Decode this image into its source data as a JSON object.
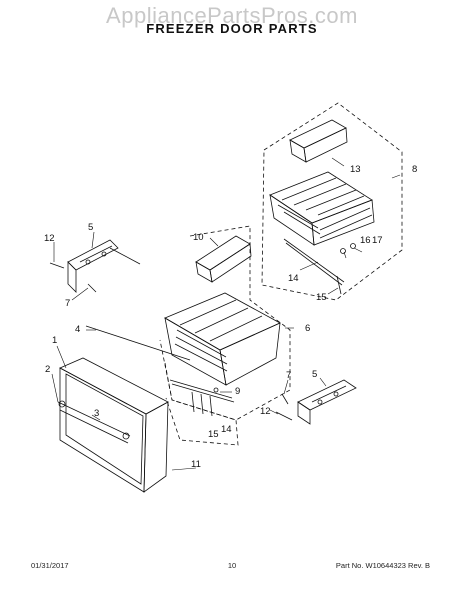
{
  "watermark": "AppliancePartsPros.com",
  "title": "FREEZER DOOR PARTS",
  "callouts": {
    "c1": "1",
    "c2": "2",
    "c3": "3",
    "c4": "4",
    "c5a": "5",
    "c5b": "5",
    "c6": "6",
    "c7a": "7",
    "c7b": "7",
    "c8": "8",
    "c9": "9",
    "c10": "10",
    "c11": "11",
    "c12a": "12",
    "c12b": "12",
    "c13": "13",
    "c14a": "14",
    "c14b": "14",
    "c15a": "15",
    "c15b": "15",
    "c16": "16",
    "c17": "17"
  },
  "footer": {
    "date": "01/31/2017",
    "page": "10",
    "part": "Part No. W10644323  Rev. B"
  },
  "colors": {
    "line": "#111111",
    "watermark": "#c8c8c8"
  }
}
